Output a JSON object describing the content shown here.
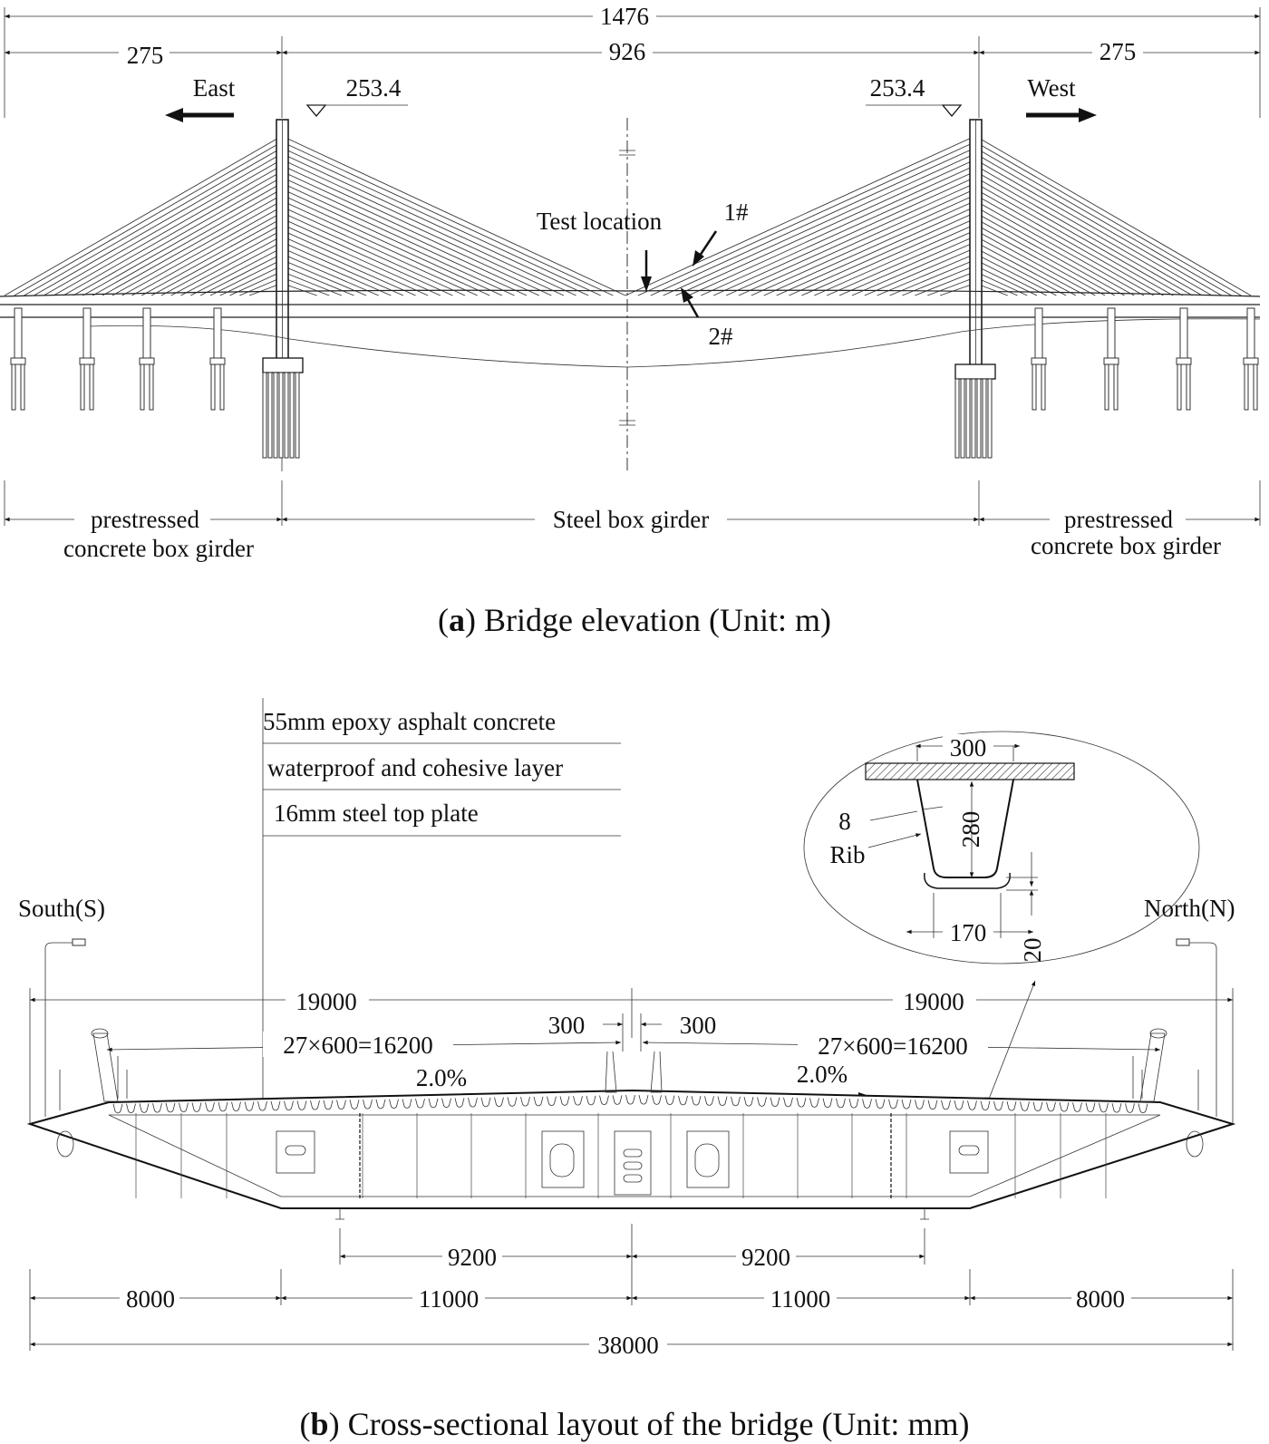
{
  "elevation": {
    "dims": {
      "total": "1476",
      "side_left": "275",
      "main": "926",
      "side_right": "275",
      "tower_left_elev": "253.4",
      "tower_right_elev": "253.4"
    },
    "direction_left": "East",
    "direction_right": "West",
    "test_location": "Test location",
    "marker_1": "1#",
    "marker_2": "2#",
    "girder_left": [
      "prestressed",
      "concrete box girder"
    ],
    "girder_main": "Steel box girder",
    "girder_right": [
      "prestressed",
      "concrete box girder"
    ],
    "caption_prefix": "(",
    "caption_letter": "a",
    "caption_text": ") Bridge elevation (Unit: m)"
  },
  "cross_section": {
    "layers": [
      "55mm epoxy asphalt concrete",
      "waterproof and cohesive layer",
      "16mm steel top plate"
    ],
    "side_left": "South(S)",
    "side_right": "North(N)",
    "detail": {
      "top_width": "300",
      "thickness": "8",
      "rib_label": "Rib",
      "depth": "280",
      "bottom_width": "170",
      "bottom_gap": "20"
    },
    "dims": {
      "half_left": "19000",
      "half_right": "19000",
      "center_left": "300",
      "center_right": "300",
      "ribs_left": "27×600=16200",
      "ribs_right": "27×600=16200",
      "slope_left": "2.0%",
      "slope_right": "2.0%",
      "web_left": "9200",
      "web_right": "9200",
      "bottom": [
        "8000",
        "11000",
        "11000",
        "8000"
      ],
      "total": "38000"
    },
    "caption_prefix": "(",
    "caption_letter": "b",
    "caption_text": ") Cross-sectional layout of the bridge (Unit: mm)"
  }
}
